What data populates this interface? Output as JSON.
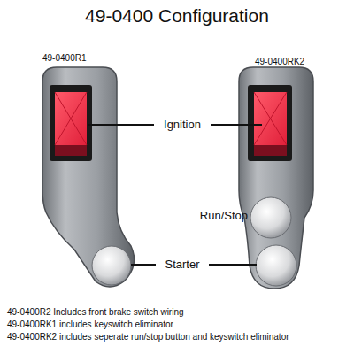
{
  "diagram": {
    "title": "49-0400 Configuration",
    "labels": [
      "49-0400R1",
      "49-0400RK2",
      "Ignition",
      "Run/Stop",
      "Starter",
      "49-0400R2 Includes front brake switch wiring",
      "49-0400RK1 includes keyswitch eliminator",
      "49-0400RK2 includes seperate run/stop button and keyswitch eliminator"
    ]
  }
}
